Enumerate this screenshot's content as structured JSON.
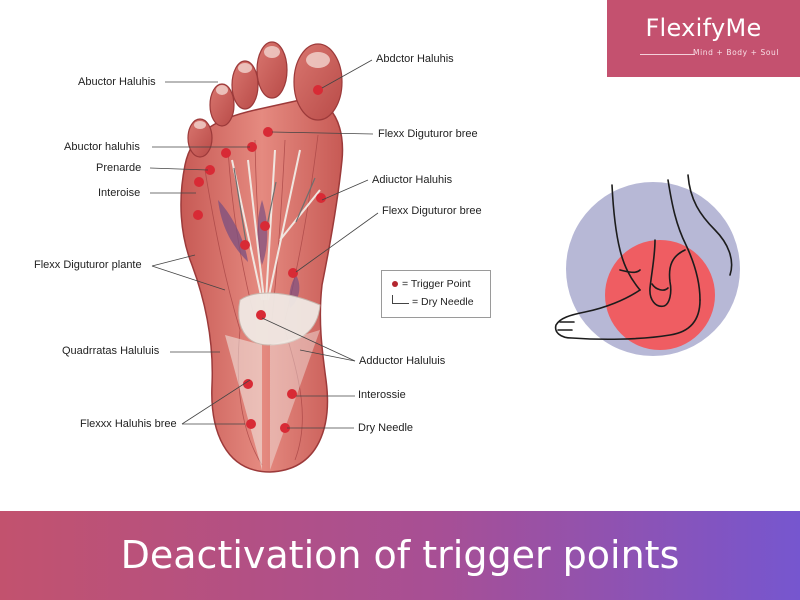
{
  "brand": {
    "name": "FlexifyMe",
    "tagline": "Mind + Body + Soul",
    "color": "#c4516f"
  },
  "banner": {
    "text": "Deactivation of trigger points",
    "gradient": [
      "#c2526e",
      "#7656cf"
    ]
  },
  "labels": {
    "left": [
      "Abuctor Haluhis",
      "Abuctor haluhis",
      "Prenarde",
      "Interoise",
      "Flexx Diguturor plante",
      "Quadrratas Haluluis",
      "Flexxx Haluhis bree"
    ],
    "right": [
      "Abdctor Haluhis",
      "Flexx Diguturor bree",
      "Adiuctor Haluhis",
      "Flexx Diguturor bree",
      "Adductor Haluluis",
      "Interossie",
      "Dry Needle"
    ]
  },
  "legend": {
    "trigger_point": "= Trigger Point",
    "dry_needle": "= Dry Needle"
  },
  "colors": {
    "trigger_point": "#d82a35",
    "muscle": "#d9756e",
    "circle_outer": "#b7b8d6",
    "circle_inner": "#ef5d62"
  }
}
